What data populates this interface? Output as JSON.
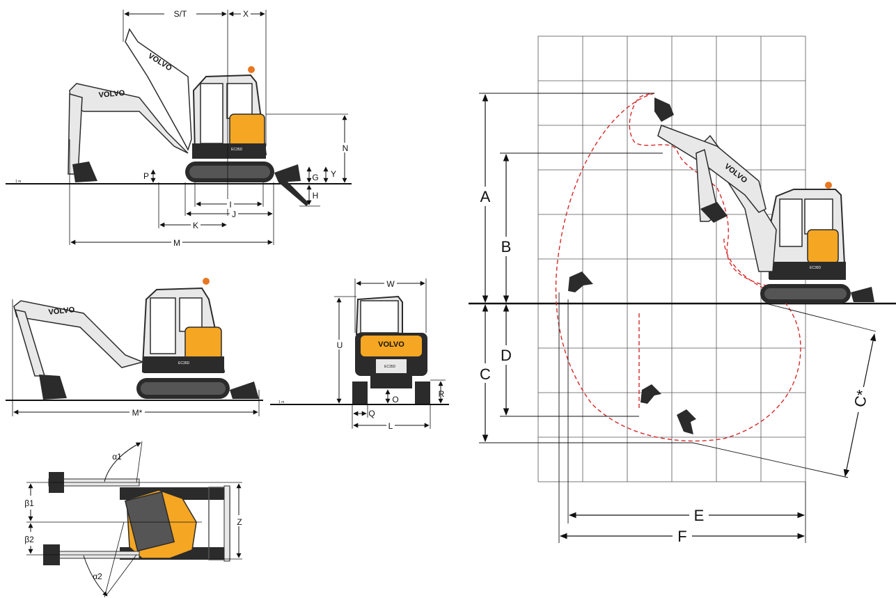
{
  "colors": {
    "machine_yellow": "#f5a623",
    "machine_dark": "#2b2b2b",
    "machine_light": "#e8e8e8",
    "beacon": "#e87722",
    "reach_curve": "#d62828",
    "grid": "#555555"
  },
  "side_view": {
    "dims": {
      "st": "S/T",
      "x": "X",
      "n": "N",
      "g": "G",
      "y": "Y",
      "h": "H",
      "p": "P",
      "i": "I",
      "j": "J",
      "k": "K",
      "m": "M"
    },
    "boom_text": "VOLVO",
    "arm_text": "VOLVO",
    "model_plate": "EC35D",
    "ground_mark": "1 m"
  },
  "transport_view": {
    "dims": {
      "m_star": "M*"
    },
    "arm_text": "VOLVO",
    "model_plate": "EC35D"
  },
  "front_view": {
    "dims": {
      "w": "W",
      "u": "U",
      "r": "R",
      "o": "O",
      "q": "Q",
      "l": "L"
    },
    "rear_text": "VOLVO",
    "model_plate": "EC35D",
    "ground_mark": "1 m"
  },
  "top_view": {
    "dims": {
      "a1": "α1",
      "a2": "α2",
      "b1": "β1",
      "b2": "β2",
      "z": "Z"
    }
  },
  "working_range": {
    "dims": {
      "a": "A",
      "b": "B",
      "c": "C",
      "d": "D",
      "e": "E",
      "f": "F",
      "c_star": "C*"
    },
    "arm_text": "VOLVO",
    "model_plate": "EC35D"
  }
}
